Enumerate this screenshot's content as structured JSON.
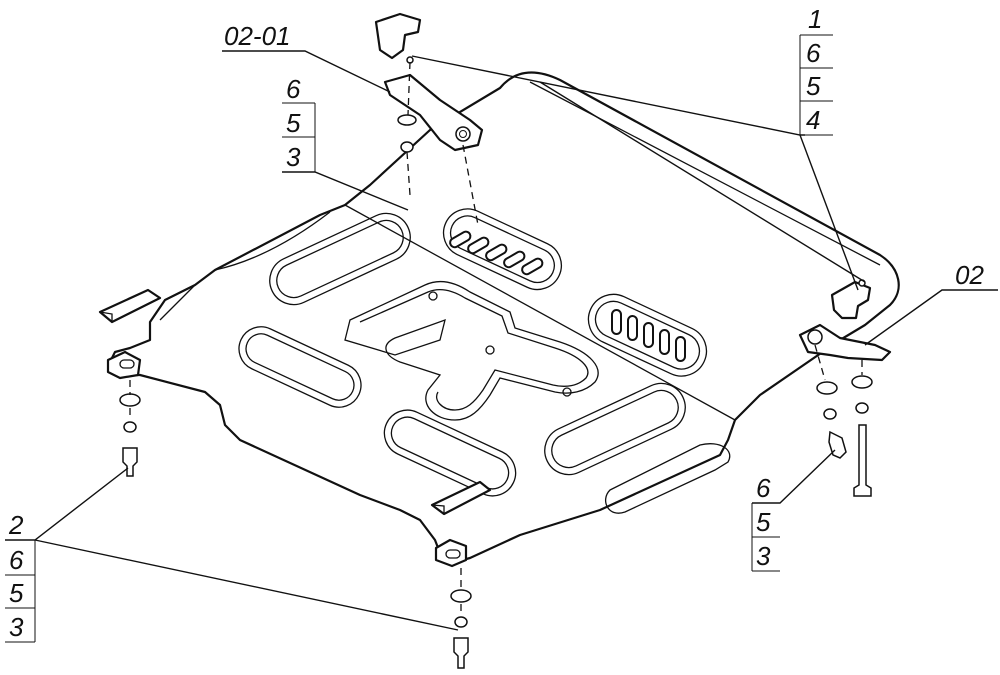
{
  "callouts": {
    "top_left_part": "02-01",
    "top_left_stack": [
      "6",
      "5",
      "3"
    ],
    "top_right_stack": [
      "1",
      "6",
      "5",
      "4"
    ],
    "right_part": "02",
    "bottom_right_stack": [
      "6",
      "5",
      "3"
    ],
    "bottom_left_stack": [
      "2",
      "6",
      "5",
      "3"
    ]
  }
}
